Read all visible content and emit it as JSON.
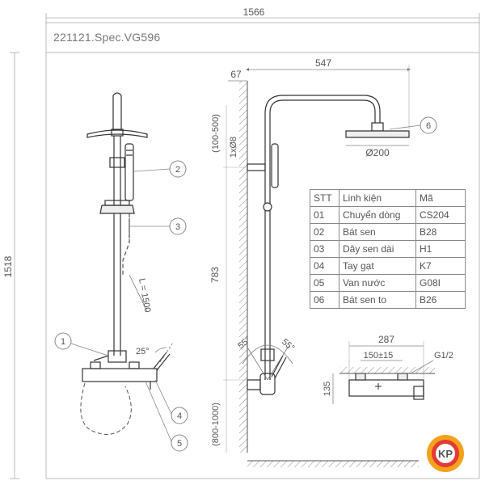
{
  "title": "221121.Spec.VG596",
  "dims": {
    "total_width": "1566",
    "total_height": "1518",
    "arm_reach": "547",
    "wall_offset": "67",
    "slider_range": "(100-500)",
    "hose_holder": "1xØ8",
    "head_diameter": "Ø200",
    "pipe_height": "783",
    "mixer_height": "(800-1000)",
    "hose_length": "L = 1500",
    "angle_left": "55°",
    "angle_right": "55°",
    "angle_lever": "25°",
    "mixer_width": "287",
    "mixer_centers": "150±15",
    "mixer_thread": "G1/2",
    "mixer_depth": "135"
  },
  "callouts": [
    "1",
    "2",
    "3",
    "4",
    "5",
    "6"
  ],
  "table": {
    "headers": [
      "STT",
      "Linh kiện",
      "Mã"
    ],
    "rows": [
      [
        "01",
        "Chuyển dòng",
        "CS204"
      ],
      [
        "02",
        "Bát sen",
        "B28"
      ],
      [
        "03",
        "Dây sen dài",
        "H1"
      ],
      [
        "04",
        "Tay gạt",
        "K7"
      ],
      [
        "05",
        "Van nước",
        "G08I"
      ],
      [
        "06",
        "Bát sen to",
        "B26"
      ]
    ]
  },
  "logo": {
    "text": "KP",
    "colors": {
      "ring": "#f2a21b",
      "inner": "#e53935",
      "text": "#1f3f9e"
    }
  }
}
